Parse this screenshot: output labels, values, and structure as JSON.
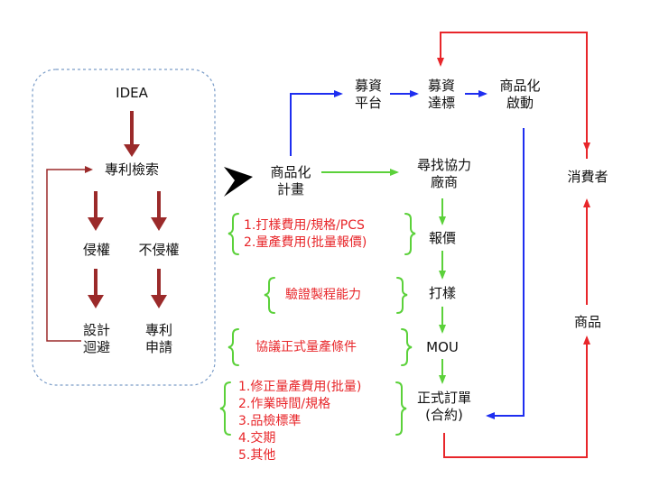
{
  "left_panel": {
    "idea": "IDEA",
    "patent_search": "專利檢索",
    "infringe": "侵權",
    "not_infringe": "不侵權",
    "design_around": [
      "設計",
      "迴避"
    ],
    "patent_apply": [
      "專利",
      "申請"
    ]
  },
  "flow": {
    "commercial_plan": [
      "商品化",
      "計畫"
    ],
    "crowdfund_platform": [
      "募資",
      "平台"
    ],
    "crowdfund_goal": [
      "募資",
      "達標"
    ],
    "commercial_launch": [
      "商品化",
      "啟動"
    ],
    "find_partner": [
      "尋找協力",
      "廠商"
    ],
    "quote": "報價",
    "sample": "打樣",
    "mou": "MOU",
    "formal_order": [
      "正式訂單",
      "(合約)"
    ],
    "consumer": "消費者",
    "product": "商品"
  },
  "notes": {
    "quote_notes": [
      "1.打樣費用/規格/PCS",
      "2.量產費用(批量報價)"
    ],
    "sample_note": "驗證製程能力",
    "mou_note": "協議正式量產條件",
    "order_notes": [
      "1.修正量產費用(批量)",
      "2.作業時間/規格",
      "3.品檢標準",
      "4.交期",
      "5.其他"
    ]
  },
  "colors": {
    "dark_red_arrow": "#9b2a2a",
    "blue_arrow": "#1e2ef0",
    "green_arrow": "#5bd13a",
    "red_arrow": "#e8262a",
    "dashed_border": "#7a9cc8",
    "note_text": "#e8262a"
  }
}
